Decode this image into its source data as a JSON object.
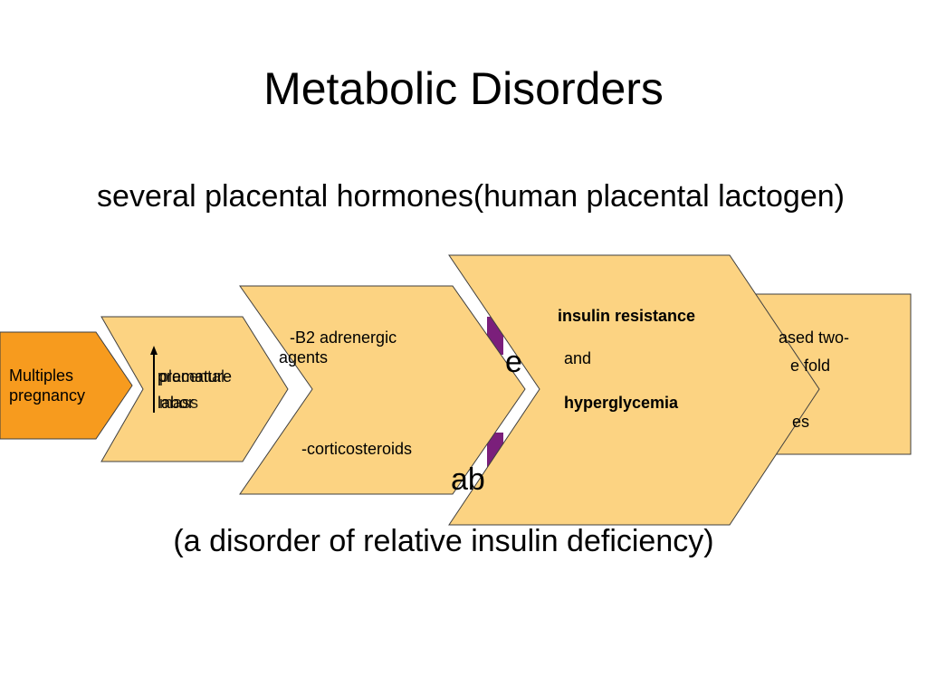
{
  "slide": {
    "title": "Metabolic Disorders",
    "subtitle": "several placental hormones(human placental lactogen)",
    "caption": "(a disorder of relative insulin deficiency)"
  },
  "diagram": {
    "colors": {
      "shape_fill": "#FCD382",
      "shape_fill_orange": "#F79B1E",
      "shape_border": "#3F3F3F",
      "accent_purple": "#7B1F7B"
    },
    "boxes": [
      {
        "id": "multiples",
        "label": "Multiples pregnancy"
      },
      {
        "id": "placental",
        "label_a": "placental",
        "label_b": "mass",
        "overlap_a": "premature",
        "overlap_b": "labor",
        "up_arrow": true
      },
      {
        "id": "drugs",
        "label_top": "-B2 adrenergic agents",
        "label_bottom": "-corticosteroids"
      },
      {
        "id": "insulin",
        "label_top": "insulin resistance",
        "label_mid": "and",
        "label_bottom": "hyperglycemia"
      },
      {
        "id": "hidden",
        "line1": "ased two-",
        "line2": "e fold",
        "line3": "es"
      }
    ],
    "hidden_fragments": {
      "top": "e",
      "bottom": "ab"
    }
  }
}
